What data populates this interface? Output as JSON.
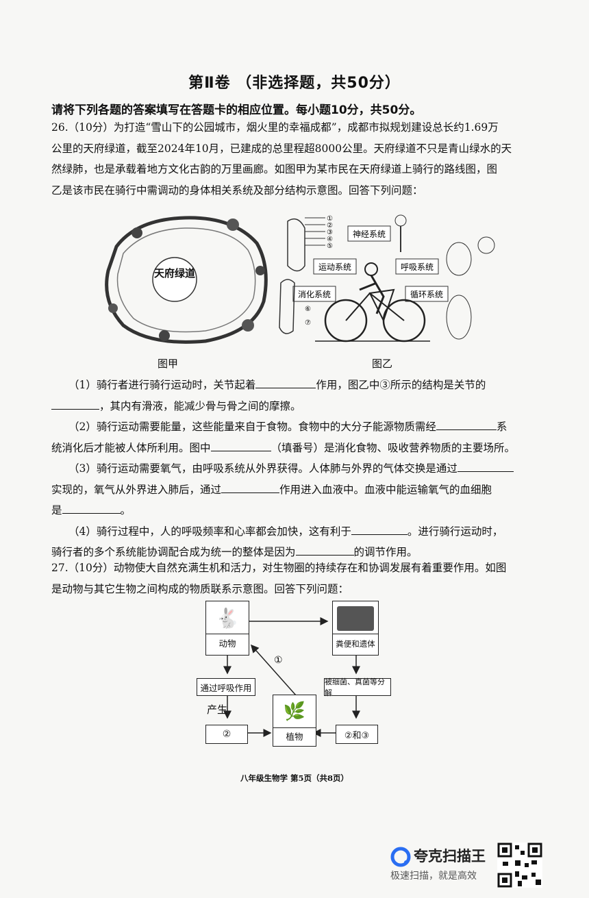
{
  "title": "第Ⅱ卷 （非选择题，共50分）",
  "instruction": "请将下列各题的答案填写在答题卡的相应位置。每小题10分，共50分。",
  "q26": {
    "lines": [
      "26.（10分）为打造“雪山下的公园城市，烟火里的幸福成都”，成都市拟规划建设总长约1.69万",
      "公里的天府绿道，截至2024年10月，已建成的总里程超8000公里。天府绿道不只是青山绿水的天",
      "然绿肺，也是承载着地方文化古韵的万里画廊。如图甲为某市民在天府绿道上骑行的路线图，图",
      "乙是该市民在骑行中需调动的身体相关系统及部分结构示意图。回答下列问题："
    ],
    "figure_a_label": "图甲",
    "figure_b_label": "图乙",
    "figure_a_logo": "天府绿道",
    "figure_b": {
      "nervous": "神经系统",
      "motor": "运动系统",
      "respiratory": "呼吸系统",
      "digestive": "消化系统",
      "circulatory": "循环系统",
      "joint_labels": [
        "①",
        "②",
        "③",
        "④",
        "⑤"
      ],
      "digest_labels": [
        "⑥",
        "⑦"
      ]
    },
    "s1a": "（1）骑行者进行骑行运动时，关节起着",
    "s1b": "作用，图乙中③所示的结构是关节的",
    "s1c": "，其内有滑液，能减少骨与骨之间的摩擦。",
    "s2a": "（2）骑行运动需要能量，这些能量来自于食物。食物中的大分子能源物质需经",
    "s2b": "系",
    "s2c": "统消化后才能被人体所利用。图中",
    "s2d": "（填番号）是消化食物、吸收营养物质的主要场所。",
    "s3a": "（3）骑行运动需要氧气，由呼吸系统从外界获得。人体肺与外界的气体交换是通过",
    "s3b": "实现的，氧气从外界进入肺后，通过",
    "s3c": "作用进入血液中。血液中能运输氧气的血细胞",
    "s3d": "是",
    "s3e": "。",
    "s4a": "（4）骑行过程中，人的呼吸频率和心率都会加快，这有利于",
    "s4b": "。进行骑行运动时，",
    "s4c": "骑行者的多个系统能协调配合成为统一的整体是因为",
    "s4d": "的调节作用。"
  },
  "q27": {
    "lines": [
      "27.（10分）动物使大自然充满生机和活力，对生物圈的持续存在和协调发展有着重要作用。如图",
      "是动物与其它生物之间构成的物质联系示意图。回答下列问题："
    ],
    "diagram": {
      "animal": "动物",
      "feces": "粪便和遗体",
      "respiration": "通过呼吸作用",
      "decompose": "被细菌、真菌等分解",
      "produce": "产生",
      "node2": "②",
      "plant": "植物",
      "node23": "②和③",
      "arrow1": "①"
    }
  },
  "footer": "八年级生物学 第5页（共8页）",
  "brand": {
    "name": "夸克扫描王",
    "slogan": "极速扫描，就是高效"
  }
}
